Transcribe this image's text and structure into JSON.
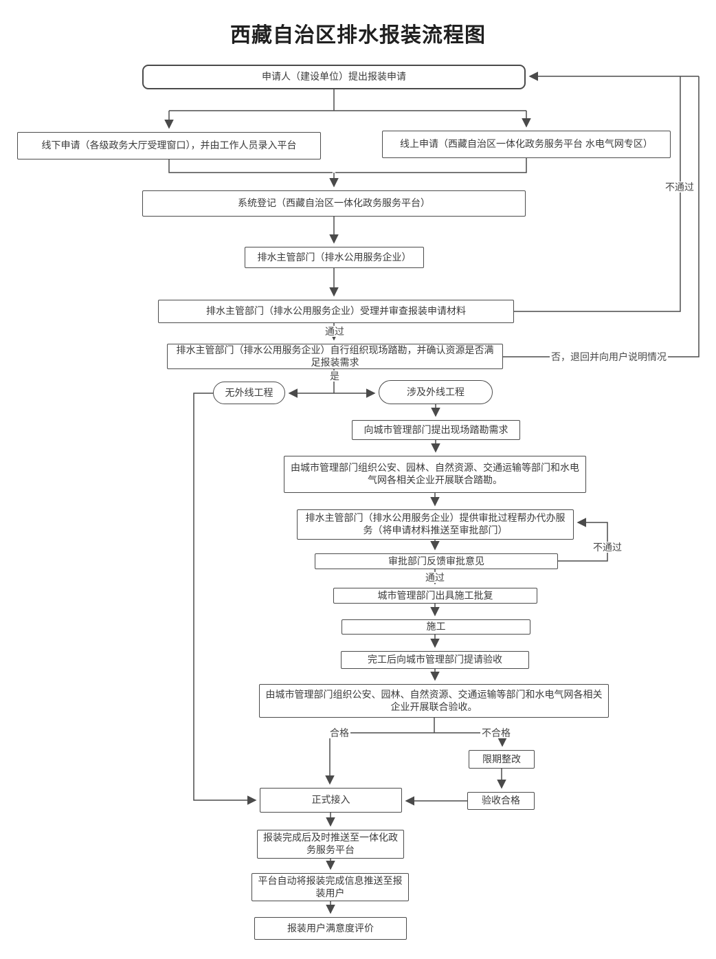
{
  "title": "西藏自治区排水报装流程图",
  "nodes": {
    "apply": {
      "label": "申请人（建设单位）提出报装申请"
    },
    "offline": {
      "label": "线下申请（各级政务大厅受理窗口），并由工作人员录入平台"
    },
    "online": {
      "label": "线上申请（西藏自治区一体化政务服务平台 水电气网专区）"
    },
    "register": {
      "label": "系统登记（西藏自治区一体化政务服务平台）"
    },
    "dept": {
      "label": "排水主管部门（排水公用服务企业）"
    },
    "review": {
      "label": "排水主管部门（排水公用服务企业）受理并审查报装申请材料"
    },
    "survey": {
      "label": "排水主管部门（排水公用服务企业）自行组织现场踏勘，并确认资源是否满足报装需求"
    },
    "no_external": {
      "label": "无外线工程"
    },
    "external": {
      "label": "涉及外线工程"
    },
    "city_request": {
      "label": "向城市管理部门提出现场踏勘需求"
    },
    "joint_survey": {
      "label": "由城市管理部门组织公安、园林、自然资源、交通运输等部门和水电气网各相关企业开展联合踏勘。"
    },
    "assist": {
      "label": "排水主管部门（排水公用服务企业）提供审批过程帮办代办服务（将申请材料推送至审批部门）"
    },
    "feedback": {
      "label": "审批部门反馈审批意见"
    },
    "approval": {
      "label": "城市管理部门出具施工批复"
    },
    "construction": {
      "label": "施工"
    },
    "acceptance_request": {
      "label": "完工后向城市管理部门提请验收"
    },
    "joint_acceptance": {
      "label": "由城市管理部门组织公安、园林、自然资源、交通运输等部门和水电气网各相关企业开展联合验收。"
    },
    "rectify": {
      "label": "限期整改"
    },
    "acceptance_pass": {
      "label": "验收合格"
    },
    "connect": {
      "label": "正式接入"
    },
    "push_platform": {
      "label": "报装完成后及时推送至一体化政务服务平台"
    },
    "notify_user": {
      "label": "平台自动将报装完成信息推送至报装用户"
    },
    "evaluation": {
      "label": "报装用户满意度评价"
    }
  },
  "edge_labels": {
    "pass_review": "通过",
    "yes": "是",
    "not_pass_review": "不通过",
    "reject_return": "否，退回并向用户说明情况",
    "not_pass_approval": "不通过",
    "pass_approval": "通过",
    "qualified": "合格",
    "unqualified": "不合格"
  },
  "colors": {
    "line": "#4a4a4a",
    "border": "#4a4a4a",
    "text": "#3a3a3a",
    "background": "#ffffff"
  }
}
